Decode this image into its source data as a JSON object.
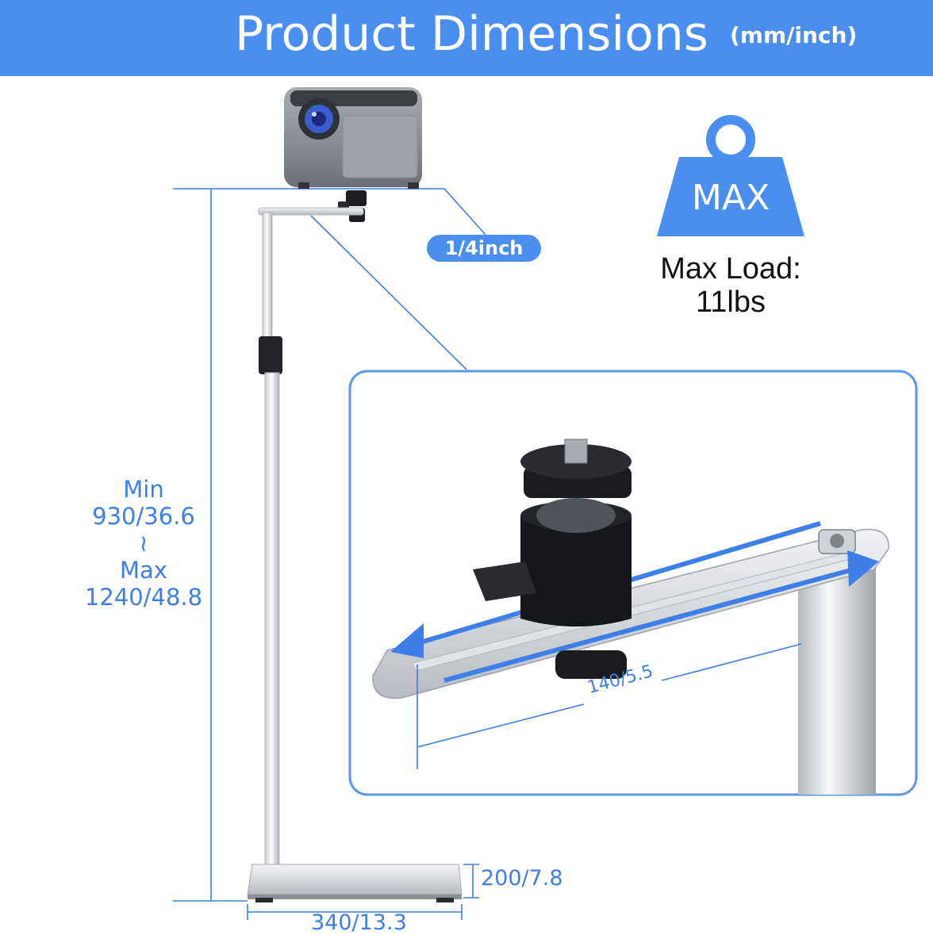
{
  "header": {
    "title": "Product Dimensions",
    "units": "(mm/inch)",
    "background": "#4a8ff0"
  },
  "labels": {
    "height_min_word": "Min",
    "height_min_value": "930/36.6",
    "height_separator": "≀",
    "height_max_word": "Max",
    "height_max_value": "1240/48.8",
    "screw_size": "1/4inch",
    "max_badge": "MAX",
    "max_load_title": "Max Load:",
    "max_load_value": "11lbs",
    "plate_length": "140/5.5",
    "base_depth": "200/7.8",
    "base_width": "340/13.3"
  },
  "colors": {
    "accent": "#4a8ff0",
    "dimension_line": "#3d7fe6",
    "text_dark": "#111111"
  }
}
